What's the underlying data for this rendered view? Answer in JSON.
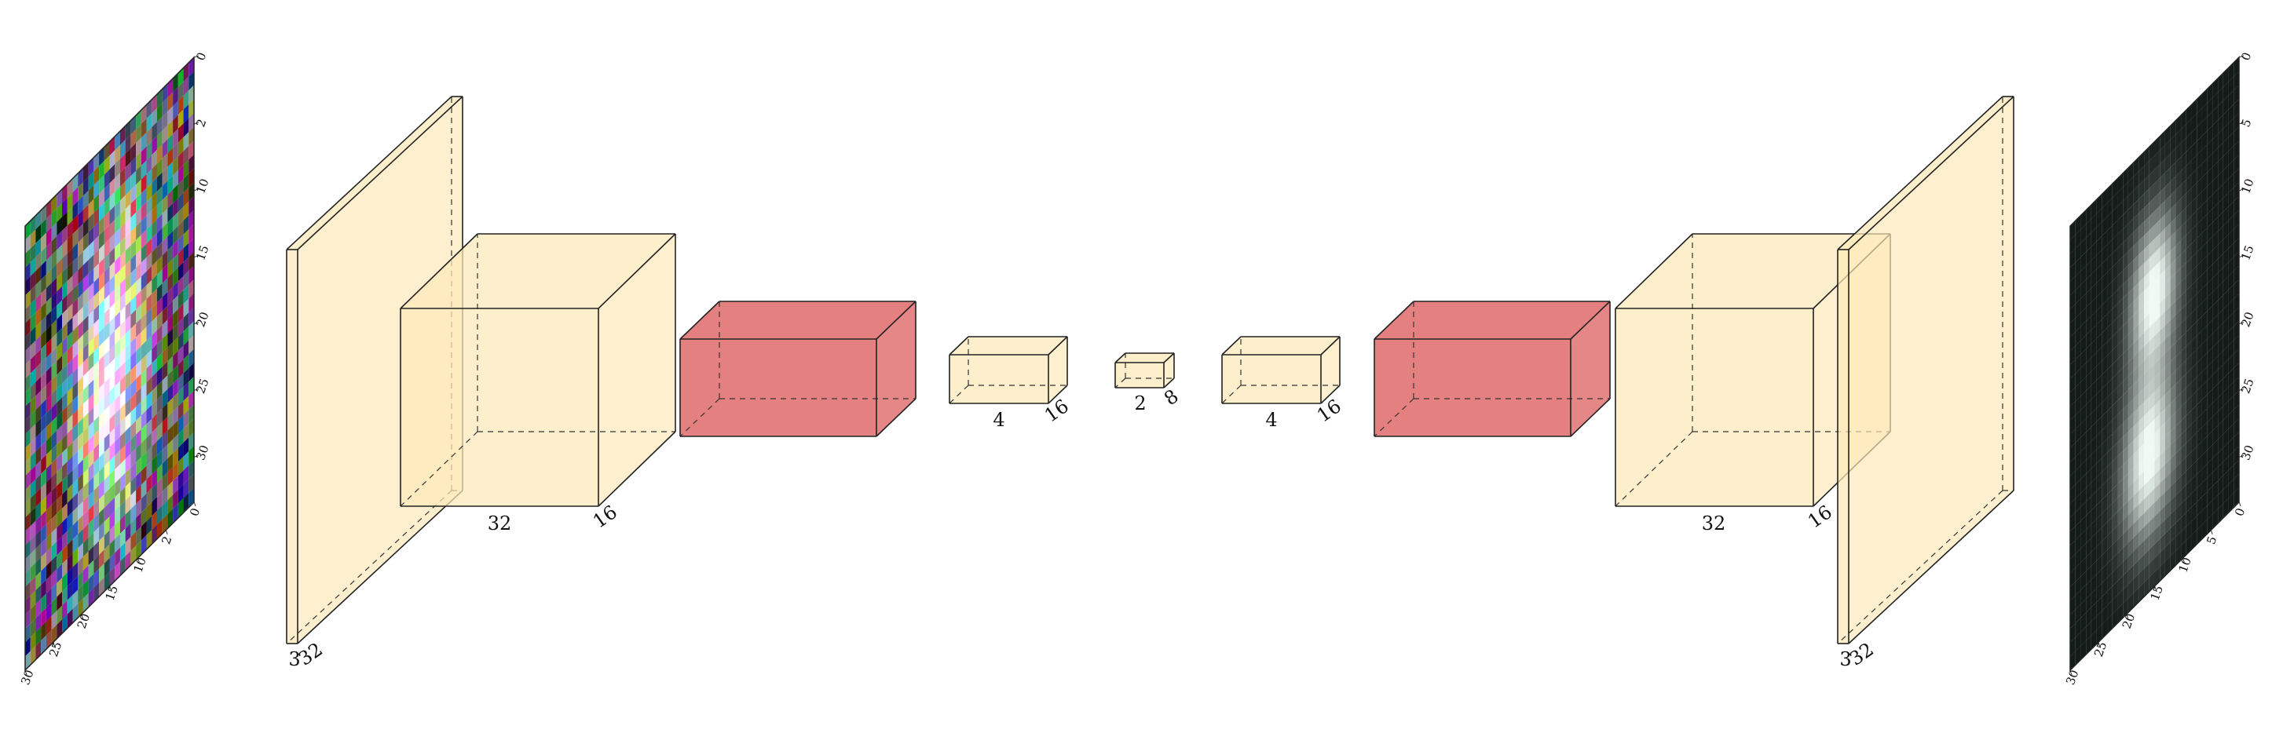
{
  "diagram": {
    "input_image": {
      "tick_labels_right": [
        "0",
        "2",
        "10",
        "15",
        "20",
        "25",
        "30"
      ],
      "tick_labels_bottom": [
        "0",
        "2",
        "10",
        "15",
        "20",
        "25",
        "30"
      ]
    },
    "output_image": {
      "tick_labels_right": [
        "0",
        "5",
        "10",
        "15",
        "20",
        "25",
        "30"
      ],
      "tick_labels_bottom": [
        "0",
        "5",
        "10",
        "15",
        "20",
        "25",
        "30"
      ]
    },
    "layers": [
      {
        "id": "enc-input-slab",
        "depth_label": "3",
        "height_label": "32",
        "color": "#fde9b9"
      },
      {
        "id": "enc-conv-1",
        "width_label": "32",
        "depth_label": "16",
        "color": "#fde9b9"
      },
      {
        "id": "enc-pool-1",
        "color": "#e06a6a"
      },
      {
        "id": "enc-conv-2",
        "width_label": "4",
        "depth_label": "16",
        "color": "#fde9b9"
      },
      {
        "id": "bottleneck",
        "width_label": "2",
        "depth_label": "8",
        "color": "#fde9b9"
      },
      {
        "id": "dec-conv-1",
        "width_label": "4",
        "depth_label": "16",
        "color": "#fde9b9"
      },
      {
        "id": "dec-unpool-1",
        "color": "#e06a6a"
      },
      {
        "id": "dec-conv-2",
        "width_label": "32",
        "depth_label": "16",
        "color": "#fde9b9"
      },
      {
        "id": "dec-output-slab",
        "depth_label": "3",
        "height_label": "32",
        "color": "#fde9b9"
      }
    ]
  }
}
